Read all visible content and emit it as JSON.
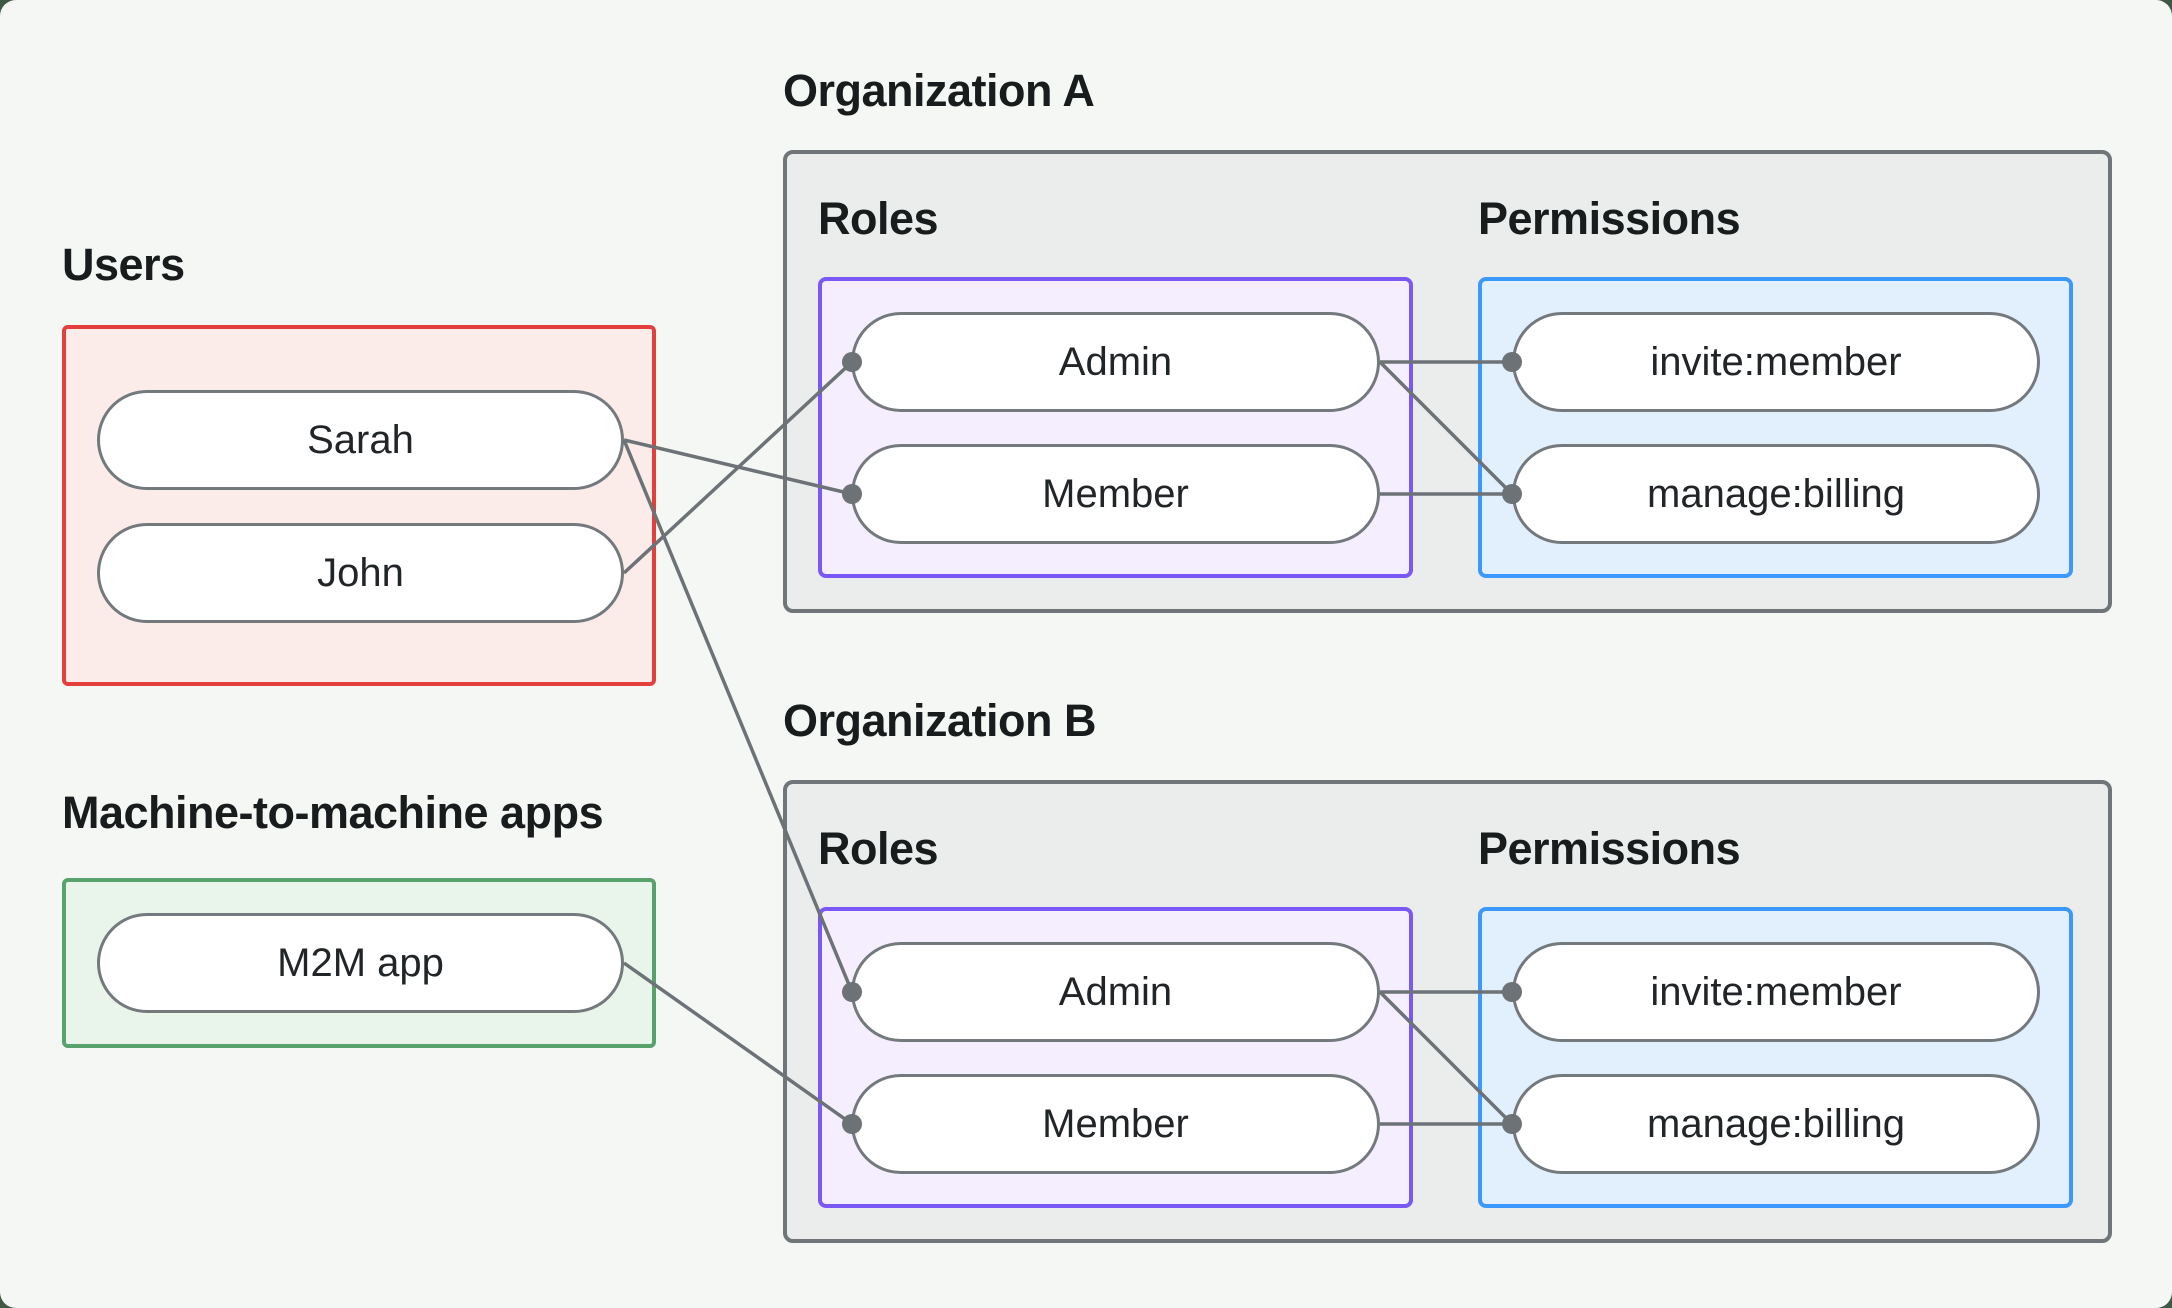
{
  "page": {
    "background_color": "#3e5a45",
    "panel_background_color": "#f5f7f5"
  },
  "users_group": {
    "label": "Users",
    "border_color": "#e23f3d",
    "fill_color": "#fbecea",
    "items": [
      "Sarah",
      "John"
    ]
  },
  "m2m_group": {
    "label": "Machine-to-machine apps",
    "border_color": "#58a26c",
    "fill_color": "#e9f5eb",
    "items": [
      "M2M app"
    ]
  },
  "organizations": [
    {
      "title": "Organization A",
      "roles_label": "Roles",
      "permissions_label": "Permissions",
      "roles": [
        "Admin",
        "Member"
      ],
      "permissions": [
        "invite:member",
        "manage:billing"
      ],
      "roles_border_color": "#7a58f6",
      "permissions_border_color": "#3b99fd"
    },
    {
      "title": "Organization B",
      "roles_label": "Roles",
      "permissions_label": "Permissions",
      "roles": [
        "Admin",
        "Member"
      ],
      "permissions": [
        "invite:member",
        "manage:billing"
      ],
      "roles_border_color": "#7a58f6",
      "permissions_border_color": "#3b99fd"
    }
  ],
  "connections": [
    {
      "from": "Sarah",
      "to": "Organization A / Member"
    },
    {
      "from": "John",
      "to": "Organization A / Admin"
    },
    {
      "from": "Sarah",
      "to": "Organization B / Admin"
    },
    {
      "from": "M2M app",
      "to": "Organization B / Member"
    },
    {
      "from": "Organization A / Admin",
      "to": "Organization A / invite:member"
    },
    {
      "from": "Organization A / Admin",
      "to": "Organization A / manage:billing"
    },
    {
      "from": "Organization A / Member",
      "to": "Organization A / manage:billing"
    },
    {
      "from": "Organization B / Admin",
      "to": "Organization B / invite:member"
    },
    {
      "from": "Organization B / Admin",
      "to": "Organization B / manage:billing"
    },
    {
      "from": "Organization B / Member",
      "to": "Organization B / manage:billing"
    }
  ],
  "colors": {
    "connector": "#6c7276",
    "pill_border": "#73797d",
    "org_border": "#6f7579",
    "org_fill": "#ebedec",
    "heading_text": "#191c1d",
    "pill_text": "#212527"
  }
}
